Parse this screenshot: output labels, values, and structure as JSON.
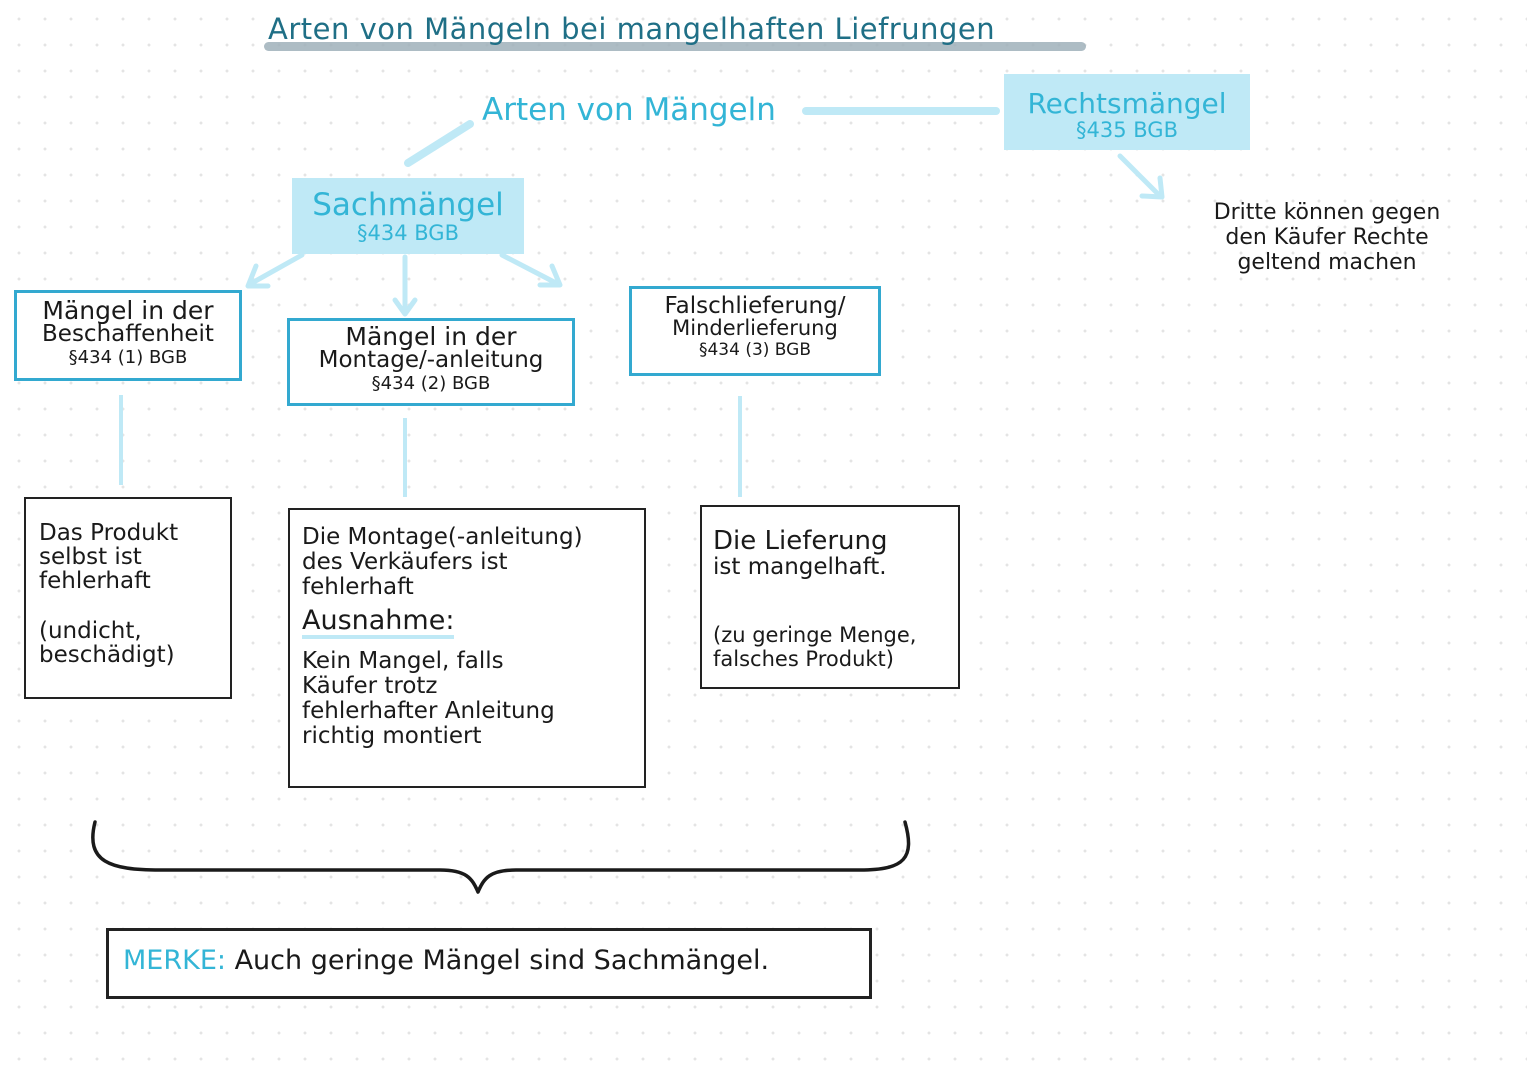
{
  "title": "Arten von Mängeln bei mangelhaften Liefrungen",
  "root": "Arten von Mängeln",
  "rechtsmaengel": {
    "heading": "Rechtsmängel",
    "paragraph": "§435 BGB",
    "description_lines": [
      "Dritte können gegen",
      "den Käufer Rechte",
      "geltend machen"
    ]
  },
  "sachmaengel": {
    "heading": "Sachmängel",
    "paragraph": "§434 BGB"
  },
  "categories": [
    {
      "title_lines": [
        "Mängel in der",
        "Beschaffenheit"
      ],
      "paragraph": "§434 (1) BGB",
      "detail_lines": [
        "Das Produkt",
        "selbst ist",
        "fehlerhaft"
      ],
      "example_lines": [
        "(undicht,",
        "beschädigt)"
      ]
    },
    {
      "title_lines": [
        "Mängel in der",
        "Montage/-anleitung"
      ],
      "paragraph": "§434 (2) BGB",
      "detail_lines": [
        "Die Montage(-anleitung)",
        "des Verkäufers ist",
        "fehlerhaft"
      ],
      "exception_heading": "Ausnahme:",
      "exception_lines": [
        "Kein Mangel, falls",
        "Käufer trotz",
        "fehlerhafter Anleitung",
        "richtig montiert"
      ]
    },
    {
      "title_lines": [
        "Falschlieferung/",
        "Minderlieferung"
      ],
      "paragraph": "§434 (3) BGB",
      "detail_lines": [
        "Die Lieferung",
        "ist mangelhaft."
      ],
      "example_lines": [
        "(zu geringe Menge,",
        "falsches Produkt)"
      ]
    }
  ],
  "merke": {
    "label": "MERKE:",
    "text": "Auch geringe Mängel sind Sachmängel."
  },
  "colors": {
    "accent": "#33b5d6",
    "highlight": "#bfe9f6",
    "title": "#1f6f86",
    "ink": "#1a1a1a"
  }
}
